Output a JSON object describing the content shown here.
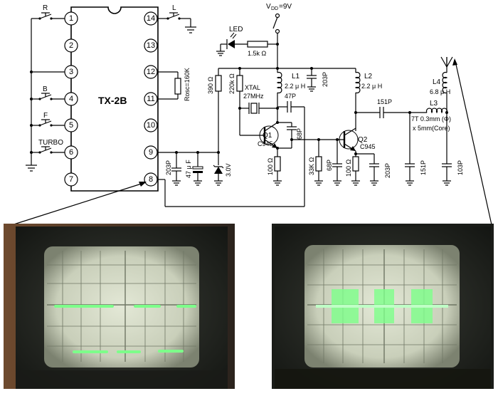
{
  "ic": {
    "name": "TX-2B",
    "rosc": "Rosc=160K",
    "pins_left": [
      "1",
      "2",
      "3",
      "4",
      "5",
      "6",
      "7",
      "8"
    ],
    "pins_right": [
      "14",
      "13",
      "12",
      "11",
      "10",
      "9"
    ]
  },
  "switches": {
    "r": "R",
    "l": "L",
    "b": "B",
    "f": "F",
    "turbo": "TURBO"
  },
  "supply": {
    "vdd_prefix": "V",
    "vdd_sub": "DD",
    "vdd_value": "=9V"
  },
  "led": {
    "label": "LED",
    "resistor": "1.5k Ω"
  },
  "components": {
    "r390": "390 Ω",
    "r220k": "220k Ω",
    "xtal_name": "XTAL",
    "xtal_freq": "27MHz",
    "c47p": "47P",
    "l1_name": "L1",
    "l1_val": "2.2 μ H",
    "c203p_top": "203P",
    "l2_name": "L2",
    "l2_val": "2.2 μ H",
    "q1_name": "Q1",
    "q1_part": "C945",
    "c68p_q1": "68P",
    "r100_q1": "100 Ω",
    "c203p_left": "203P",
    "c47uf": "47 μ F",
    "zener": "3.0V",
    "r33k": "33K Ω",
    "c68p_q2": "68P",
    "r100_q2": "100 Ω",
    "c203p_q2": "203P",
    "q2_name": "Q2",
    "q2_part": "C945",
    "c151p_series": "151P",
    "l3_name": "L3",
    "l3_desc1": "7T 0.3mm (Φ)",
    "l3_desc2": "x 5mm(Core)",
    "c151p_shunt": "151P",
    "c103p": "103P",
    "l4_name": "L4",
    "l4_val": "6.8 μ H"
  },
  "scopes": {
    "left_desc": "oscilloscope-square-wave",
    "right_desc": "oscilloscope-modulated-carrier",
    "trace_color": "#7dff8a",
    "screen_color": "#d6dcc8"
  }
}
